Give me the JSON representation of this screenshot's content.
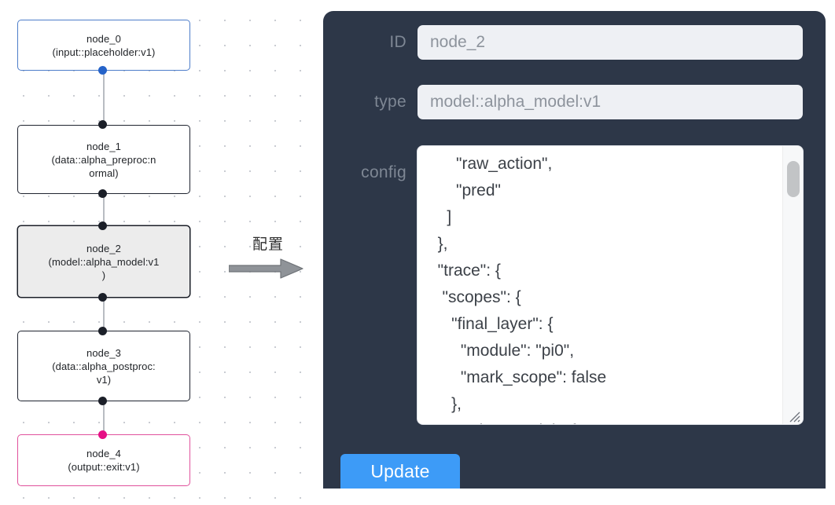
{
  "graph": {
    "nodes": [
      {
        "id": "node_0",
        "label": "node_0\n(input::placeholder:v1)",
        "kind": "input",
        "selected": false
      },
      {
        "id": "node_1",
        "label": "node_1\n(data::alpha_preproc:n\normal)",
        "kind": "default",
        "selected": false
      },
      {
        "id": "node_2",
        "label": "node_2\n(model::alpha_model:v1\n)",
        "kind": "model",
        "selected": true
      },
      {
        "id": "node_3",
        "label": "node_3\n(data::alpha_postproc:\nv1)",
        "kind": "default",
        "selected": false
      },
      {
        "id": "node_4",
        "label": "node_4\n(output::exit:v1)",
        "kind": "output",
        "selected": false
      }
    ],
    "colors": {
      "input_border": "#4d7dc9",
      "output_border": "#e0519c",
      "default_border": "#1f2430",
      "selected_fill": "#ececec",
      "edge": "#b9bcc2",
      "handle": "#1b1f28",
      "handle_input": "#2563c9",
      "handle_output": "#e60f85",
      "grid_dot": "#c9ccd2"
    }
  },
  "annotation": {
    "label": "配置",
    "arrow": "right-arrow"
  },
  "panel": {
    "background_color": "#2d3748",
    "fields": [
      {
        "key": "id",
        "label": "ID",
        "value": "node_2"
      },
      {
        "key": "type",
        "label": "type",
        "value": "model::alpha_model:v1"
      },
      {
        "key": "config",
        "label": "config",
        "value": "      \"raw_action\",\n      \"pred\"\n    ]\n  },\n  \"trace\": {\n   \"scopes\": {\n     \"final_layer\": {\n       \"module\": \"pi0\",\n       \"mark_scope\": false\n     },\n     \"action_model\": {"
      }
    ],
    "update_button": {
      "label": "Update",
      "color": "#3d9bf7"
    },
    "scrollbar": {
      "thumb_color": "#c2c4c6",
      "track_color": "#f7f8f9"
    }
  }
}
